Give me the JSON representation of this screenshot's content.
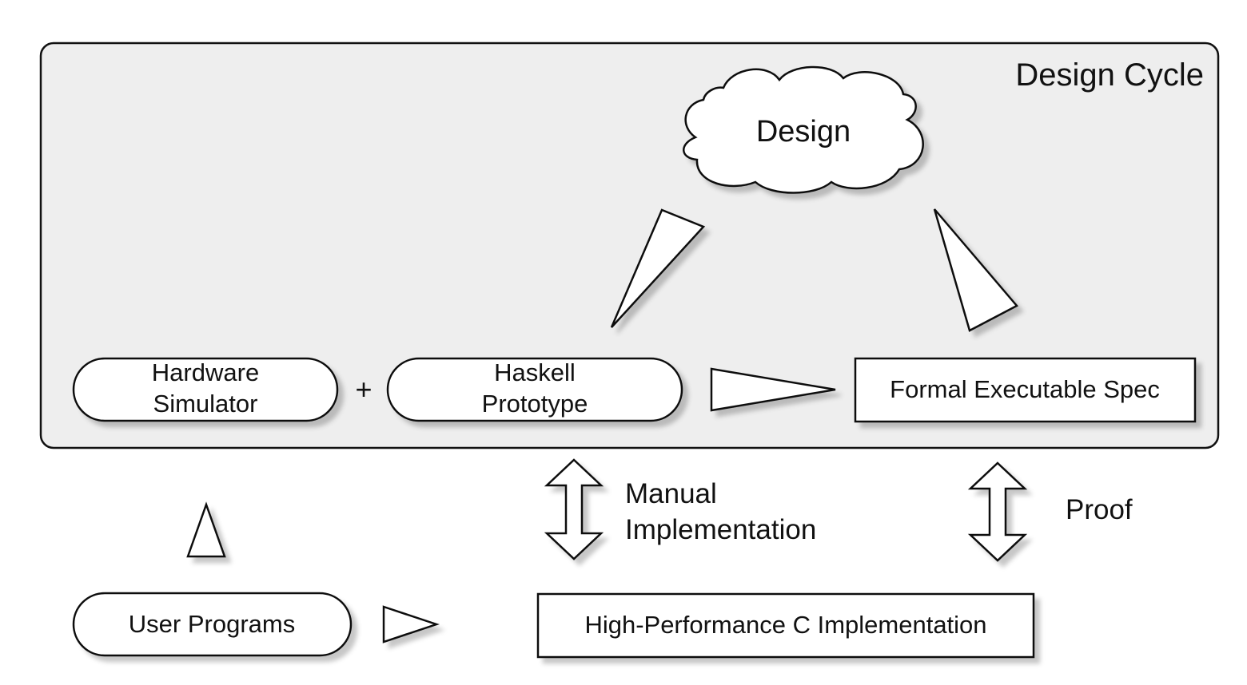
{
  "diagram": {
    "design_cycle_title": "Design Cycle",
    "cloud_label": "Design",
    "hardware_simulator": {
      "line1": "Hardware",
      "line2": "Simulator"
    },
    "plus_sign": "+",
    "haskell_prototype": {
      "line1": "Haskell",
      "line2": "Prototype"
    },
    "formal_spec": "Formal Executable Spec",
    "manual_implementation": {
      "line1": "Manual",
      "line2": "Implementation"
    },
    "proof": "Proof",
    "user_programs": "User Programs",
    "c_implementation": "High-Performance C Implementation"
  },
  "colors": {
    "panel_fill": "#eeeeee",
    "stroke": "#111111",
    "shape_fill": "#ffffff",
    "shadow": "#bdbdbd"
  }
}
